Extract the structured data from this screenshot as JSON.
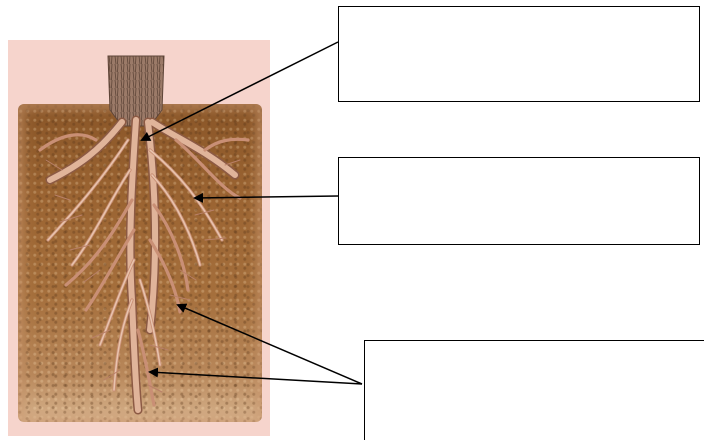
{
  "diagram": {
    "labels": [
      {
        "id": "top",
        "text": ""
      },
      {
        "id": "middle",
        "text": ""
      },
      {
        "id": "bottom",
        "text": ""
      }
    ],
    "colors": {
      "panel_background": "#f6d4cc",
      "soil": "#9b6432",
      "root": "#e0b49a",
      "root_outline": "#8c5a44",
      "trunk": "#9b7a68",
      "arrow": "#000000"
    }
  }
}
